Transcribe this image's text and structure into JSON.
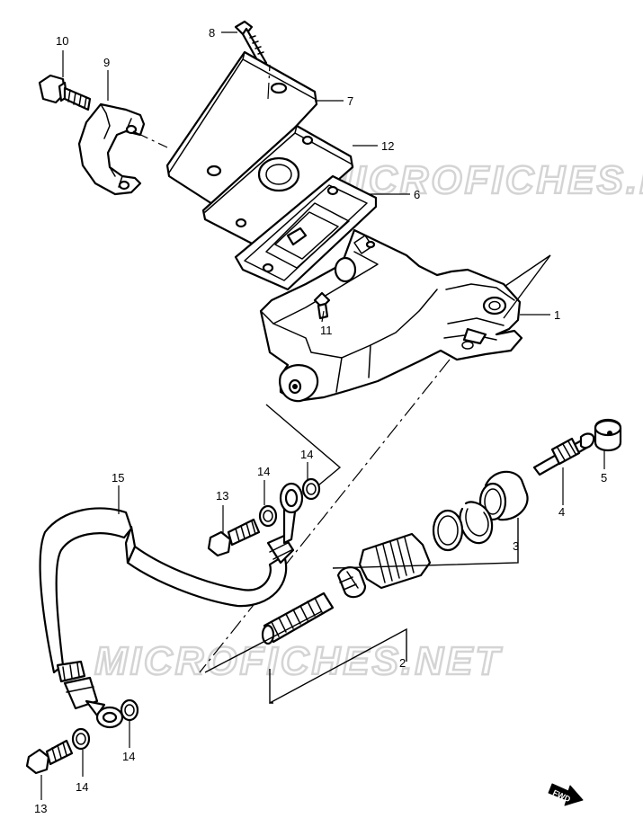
{
  "watermark": "MICROFICHES.NET",
  "fwd_label": "FWD",
  "callouts": {
    "c1": "1",
    "c2": "2",
    "c3": "3",
    "c4": "4",
    "c5": "5",
    "c6": "6",
    "c7": "7",
    "c8": "8",
    "c9": "9",
    "c10": "10",
    "c11": "11",
    "c12": "12",
    "c13a": "13",
    "c13b": "13",
    "c14a": "14",
    "c14b": "14",
    "c14c": "14",
    "c14d": "14",
    "c15": "15"
  }
}
